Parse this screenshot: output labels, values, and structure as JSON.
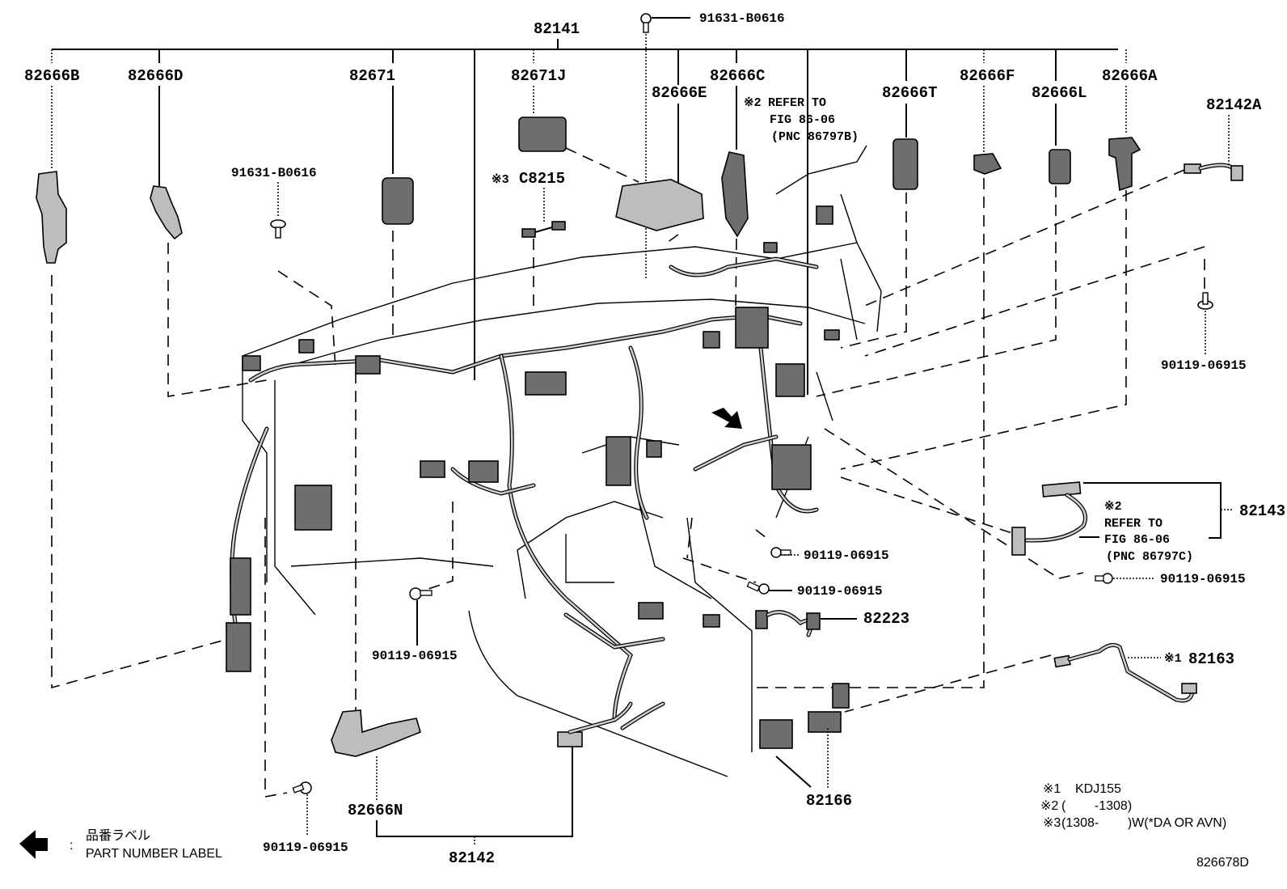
{
  "diagram": {
    "title_part": "82141",
    "drawing_code": "826678D",
    "callouts": {
      "c82141": "82141",
      "c82666B": "82666B",
      "c82666D": "82666D",
      "c82671": "82671",
      "c82671J": "82671J",
      "c82666E": "82666E",
      "c82666C": "82666C",
      "c82666T": "82666T",
      "c82666F": "82666F",
      "c82666L": "82666L",
      "c82666A": "82666A",
      "c82142A": "82142A",
      "c82143": "82143",
      "c82223": "82223",
      "c82163": "82163",
      "c82166": "82166",
      "c82666N": "82666N",
      "c82142": "82142",
      "cC8215": "C8215"
    },
    "fasteners": {
      "bolt_top": "91631-B0616",
      "bolt_left": "91631-B0616",
      "screw_right": "90119-06915",
      "screw_center1": "90119-06915",
      "screw_center2": "90119-06915",
      "screw_far_right": "90119-06915",
      "screw_mid_left": "90119-06915",
      "screw_bottom_left": "90119-06915"
    },
    "notes": {
      "mark2": "※2",
      "mark3": "※3",
      "mark1": "※1",
      "refer_b_line1": "REFER TO",
      "refer_b_line2": "FIG 86-06",
      "refer_b_line3": "(PNC 86797B)",
      "refer_c_line1": "REFER TO",
      "refer_c_line2": "FIG 86-06",
      "refer_c_line3": "(PNC 86797C)"
    },
    "legend": {
      "label_jp": "品番ラベル",
      "label_en": "PART NUMBER LABEL",
      "colon": ":",
      "arrow_icon": "left-arrow-icon"
    },
    "footnotes": [
      {
        "mark": "※1",
        "text": "KDJ155"
      },
      {
        "mark": "※2",
        "text": "(        -1308)"
      },
      {
        "mark": "※3",
        "text": "(1308-        )W(*DA OR AVN)"
      }
    ]
  }
}
